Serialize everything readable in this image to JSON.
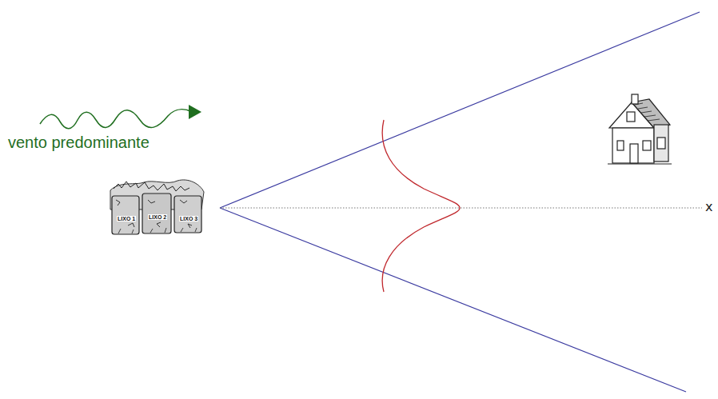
{
  "diagram": {
    "labels": [
      "vento predominante",
      "x",
      "LIXO 1",
      "LIXO 2",
      "LIXO 3"
    ]
  }
}
